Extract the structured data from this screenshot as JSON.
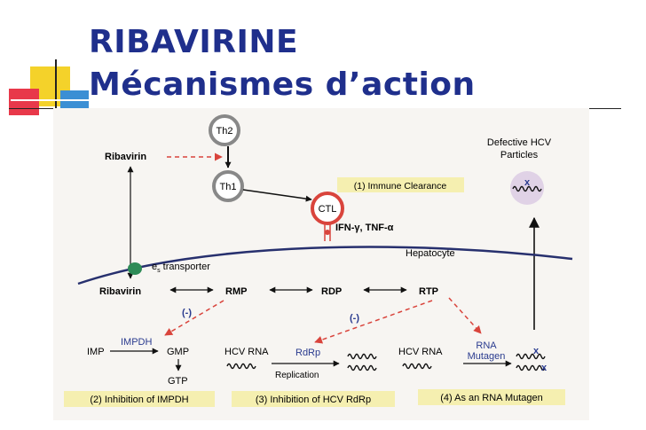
{
  "slide": {
    "title_line1": "RIBAVIRINE",
    "title_line2": "Mécanismes d’action",
    "title_color": "#1f2f8c"
  },
  "diagram": {
    "th2": "Th2",
    "th1": "Th1",
    "ctl": "CTL",
    "ribavirin_top": "Ribavirin",
    "immune_clearance": "(1) Immune Clearance",
    "cytokines": "IFN-γ, TNF-α",
    "defective_line1": "Defective HCV",
    "defective_line2": "Particles",
    "hepatocyte": "Hepatocyte",
    "transporter_prefix": "e",
    "transporter_sub": "s",
    "transporter_suffix": " transporter",
    "ribavirin_bottom": "Ribavirin",
    "rmp": "RMP",
    "rdp": "RDP",
    "rtp": "RTP",
    "minus_left": "(-)",
    "minus_right": "(-)",
    "imp": "IMP",
    "impdh": "IMPDH",
    "gmp": "GMP",
    "gtp": "GTP",
    "hcv_rna_1": "HCV RNA",
    "rdrp": "RdRp",
    "replication": "Replication",
    "hcv_rna_2": "HCV RNA",
    "rna_mutagen_line1": "RNA",
    "rna_mutagen_line2": "Mutagen",
    "box_impdh": "(2) Inhibition of IMPDH",
    "box_rdrp": "(3) Inhibition of HCV RdRp",
    "box_mutagen": "(4) As an RNA Mutagen",
    "mutation_mark": "x",
    "colors": {
      "red_arrow": "#d9443c",
      "blue_text": "#2a3b8f",
      "membrane": "#27306e",
      "yellow_box": "#f5efb0",
      "cell_circle": "#e0d2e6",
      "transporter": "#2e8b57"
    }
  }
}
